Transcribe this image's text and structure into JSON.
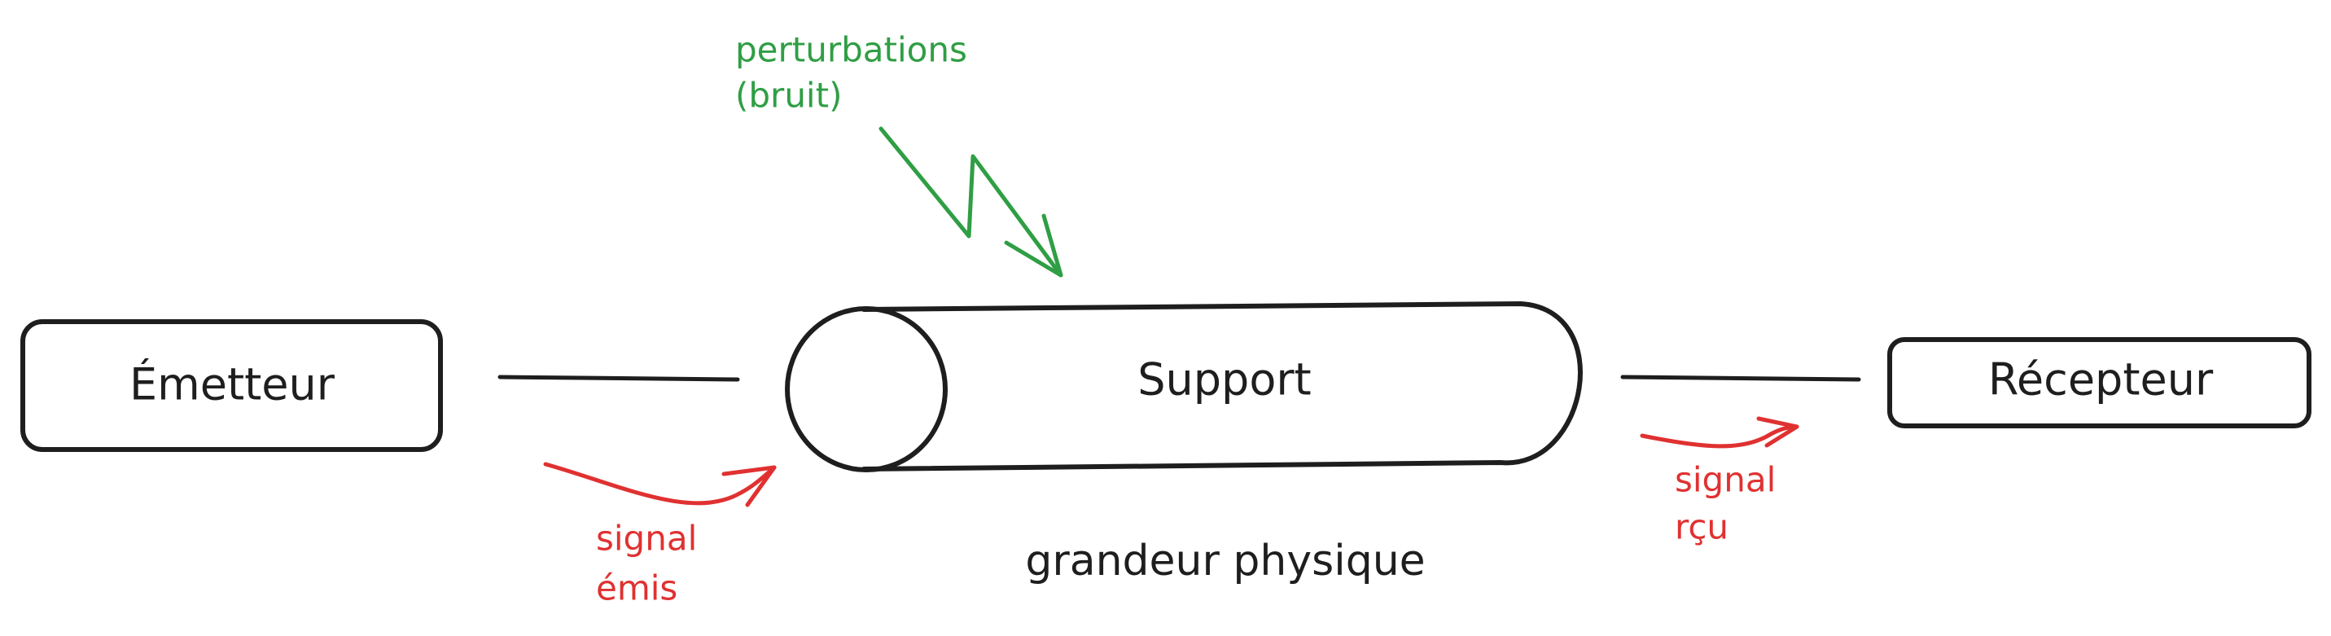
{
  "nodes": {
    "emitter": {
      "label": "Émetteur"
    },
    "support": {
      "label": "Support"
    },
    "receiver": {
      "label": "Récepteur"
    }
  },
  "support_caption": "grandeur physique",
  "noise": {
    "line1": "perturbations",
    "line2": "(bruit)"
  },
  "signal_emitted": {
    "line1": "signal",
    "line2": "émis"
  },
  "signal_received": {
    "line1": "signal",
    "line2": "rçu"
  },
  "colors": {
    "ink": "#1e1e1e",
    "signal": "#e03131",
    "noise": "#2f9e44",
    "background": "#ffffff"
  },
  "icons": {
    "support_shape": "cylinder-icon",
    "noise_arrow": "lightning-arrow-icon",
    "signal_arrow": "curved-arrow-icon"
  }
}
